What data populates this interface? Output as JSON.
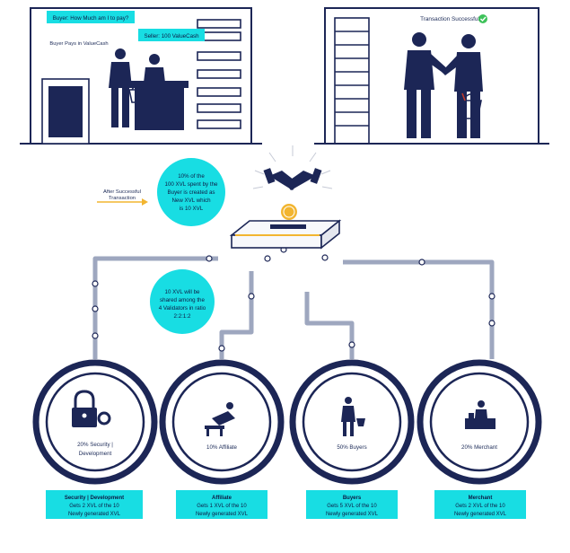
{
  "colors": {
    "navy": "#1c2656",
    "cyan": "#18dde3",
    "pipe": "#9ea7bf",
    "gold": "#f2b530",
    "green": "#3ec25a"
  },
  "scene_left": {
    "question": "Buyer: How Much am I to pay?",
    "answer": "Seller: 100 ValueCash",
    "buyer_pays": "Buyer Pays in ValueCash"
  },
  "scene_right": {
    "status": "Transaction Successful"
  },
  "flow": {
    "after_label_1": "After Successful",
    "after_label_2": "Transaction",
    "creation_lines": [
      "10% of the",
      "100 XVL spent by the",
      "Buyer is created as",
      "New XVL which",
      "is 10 XVL"
    ],
    "share_lines": [
      "10 XVL will be",
      "shared among the",
      "4 Validators in ratio",
      "2:2:1:2"
    ]
  },
  "validators": [
    {
      "name": "security",
      "icon": "lock-gear-icon",
      "circle_lines": [
        "20% Security |",
        "Development"
      ],
      "caption_lines": [
        "Security | Development",
        "Gets 2 XVL of the 10",
        "Newly generated XVL"
      ]
    },
    {
      "name": "affiliate",
      "icon": "relaxing-chair-icon",
      "circle_lines": [
        "10% Affiliate"
      ],
      "caption_lines": [
        "Affiliate",
        "Gets 1 XVL of the 10",
        "Newly generated XVL"
      ]
    },
    {
      "name": "buyers",
      "icon": "shopper-basket-icon",
      "circle_lines": [
        "50% Buyers"
      ],
      "caption_lines": [
        "Buyers",
        "Gets 5 XVL of the 10",
        "Newly generated XVL"
      ]
    },
    {
      "name": "merchant",
      "icon": "merchant-counter-icon",
      "circle_lines": [
        "20% Merchant"
      ],
      "caption_lines": [
        "Merchant",
        "Gets 2 XVL of the 10",
        "Newly generated XVL"
      ]
    }
  ]
}
